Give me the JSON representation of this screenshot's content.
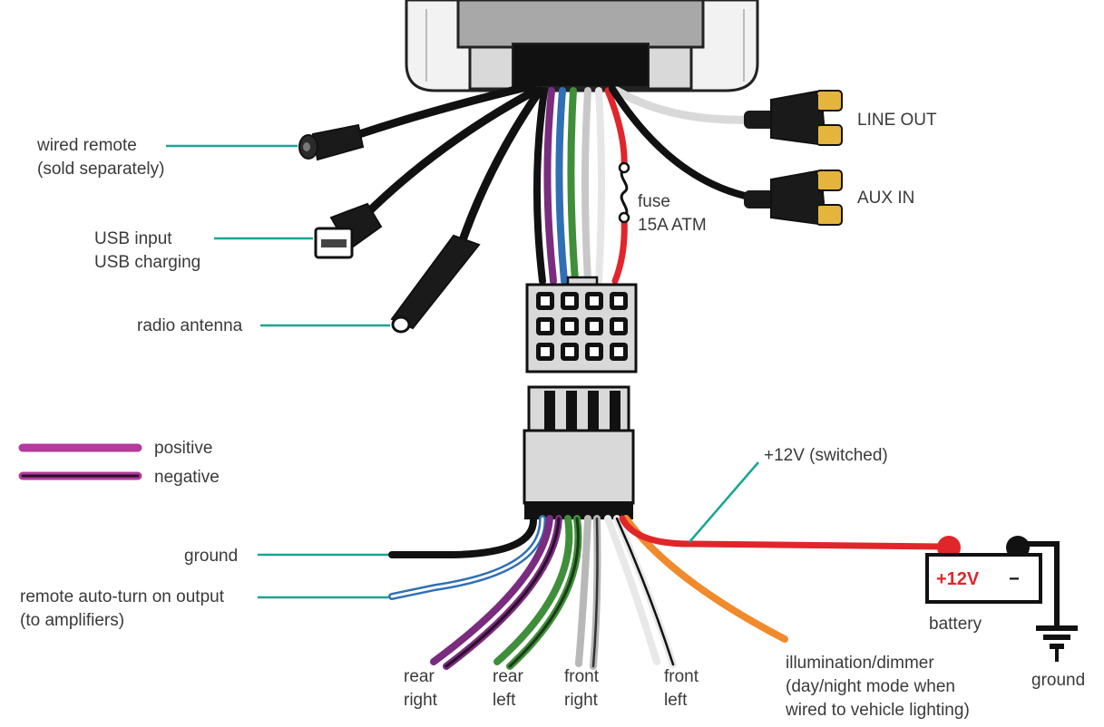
{
  "labels": {
    "wired_remote": [
      "wired remote",
      "(sold separately)"
    ],
    "usb": [
      "USB input",
      "USB charging"
    ],
    "radio_antenna": "radio antenna",
    "line_out": "LINE OUT",
    "aux_in": "AUX IN",
    "fuse": [
      "fuse",
      "15A ATM"
    ],
    "legend_positive": "positive",
    "legend_negative": "negative",
    "switched_12v": "+12V (switched)",
    "ground_left": "ground",
    "remote_output": [
      "remote auto-turn on output",
      "(to amplifiers)"
    ],
    "rear_right": [
      "rear",
      "right"
    ],
    "rear_left": [
      "rear",
      "left"
    ],
    "front_right": [
      "front",
      "right"
    ],
    "front_left": [
      "front",
      "left"
    ],
    "illumination": [
      "illumination/dimmer",
      "(day/night mode when",
      "wired to vehicle lighting)"
    ],
    "battery": "battery",
    "battery_plus": "+12V",
    "battery_minus": "−",
    "ground_right": "ground"
  },
  "colors": {
    "leader": "#1aa594",
    "positive": "#b43a9c",
    "negative_stripe": "#2a0f2a",
    "wire_red": "#e0262b",
    "wire_orange": "#f08a2b",
    "wire_green": "#3f8f3a",
    "wire_blue": "#2f6fb5",
    "wire_purple": "#7a2c7e",
    "wire_grey": "#b8b8b8",
    "rca_yellow": "#e5b43c"
  }
}
